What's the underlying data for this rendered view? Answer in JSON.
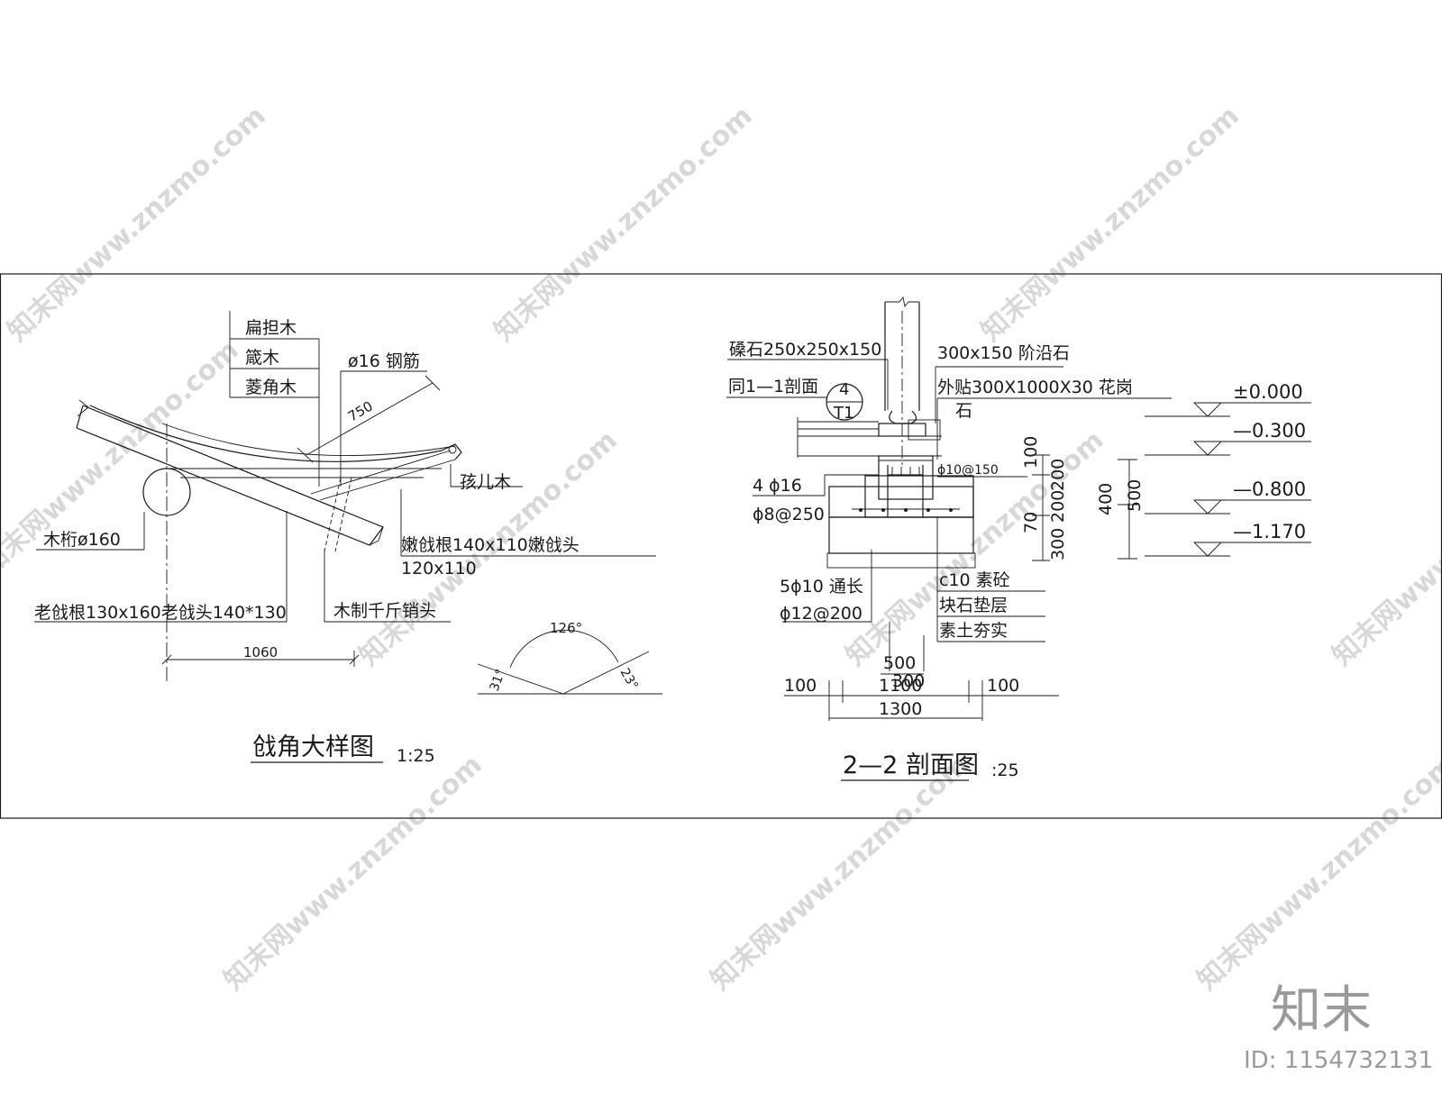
{
  "watermark": {
    "text": "知末网www.znzmo.com",
    "brand": "知末",
    "id_label": "ID: 1154732131"
  },
  "left_detail": {
    "title": "戗角大样图",
    "scale": "1:25",
    "labels": {
      "biandanmu": "扁担木",
      "jianmu": "箴木",
      "linjiaomu": "菱角木",
      "steel": "ø16 钢筋",
      "dim750": "750",
      "haiermu": "孩儿木",
      "muheng": "木桁ø160",
      "nengen": "嫩戗根140x110嫩戗头",
      "nengen2": "120x110",
      "laoqiang": "老戗根130x160老戗头140*130",
      "xiaotou": "木制千斤销头",
      "dim1060": "1060",
      "ang126": "126°",
      "ang31": "31°",
      "ang23": "23°"
    }
  },
  "right_section": {
    "title": "2—2 剖面图",
    "scale": ":25",
    "labels": {
      "sangshi": "磉石250x250x150",
      "jieyan": "300x150 阶沿石",
      "tong11": "同1—1剖面",
      "waitie": "外贴300X1000X30 花岗",
      "waitie2": "石",
      "circle_top": "4",
      "circle_bot": "T1",
      "rebar1": "4  ϕ16",
      "rebar2": "ϕ8@250",
      "rebar3": "ϕ10@150",
      "rebar4": "5ϕ10 通长",
      "rebar5": "ϕ12@200",
      "c10": "c10 素砼",
      "kuaishi": "块石垫层",
      "sutu": "素土夯实",
      "dim100a": "100",
      "dim500": "500",
      "dim300": "300",
      "dim1100": "1100",
      "dim100b": "100",
      "dim1300": "1300",
      "v_dims": [
        "100",
        "70",
        "300",
        "200",
        "200",
        "400",
        "500"
      ],
      "elevations": [
        "±0.000",
        "—0.300",
        "—0.800",
        "—1.170"
      ]
    }
  }
}
